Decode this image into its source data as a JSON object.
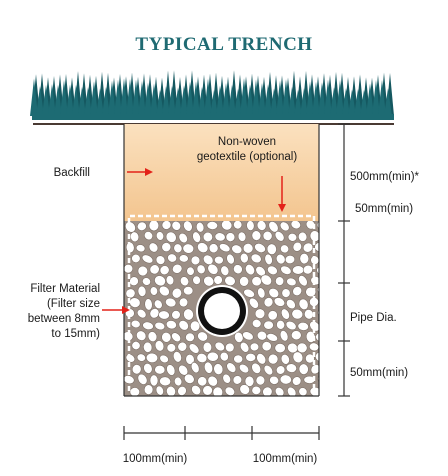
{
  "title": "TYPICAL TRENCH",
  "labels": {
    "backfill": "Backfill",
    "geotextile_line1": "Non-woven",
    "geotextile_line2": "geotextile (optional)",
    "filter_line1": "Filter Material",
    "filter_line2": "(Filter size",
    "filter_line3": "between 8mm",
    "filter_line4": "to 15mm)",
    "dim_backfill": "500mm(min)*",
    "dim_top_bedding": "50mm(min)",
    "dim_pipe": "Pipe Dia.",
    "dim_bottom_bedding": "50mm(min)",
    "dim_width_left": "100mm(min)",
    "dim_width_right": "100mm(min)"
  },
  "colors": {
    "title": "#1f6a72",
    "grass": "#1d6b73",
    "backfill_top": "#fbe1bf",
    "backfill_bottom": "#f3c58f",
    "gravel_fill": "#9c8f86",
    "stone": "#ffffff",
    "arrow": "#e32219",
    "ground_line": "#4a3a33"
  }
}
